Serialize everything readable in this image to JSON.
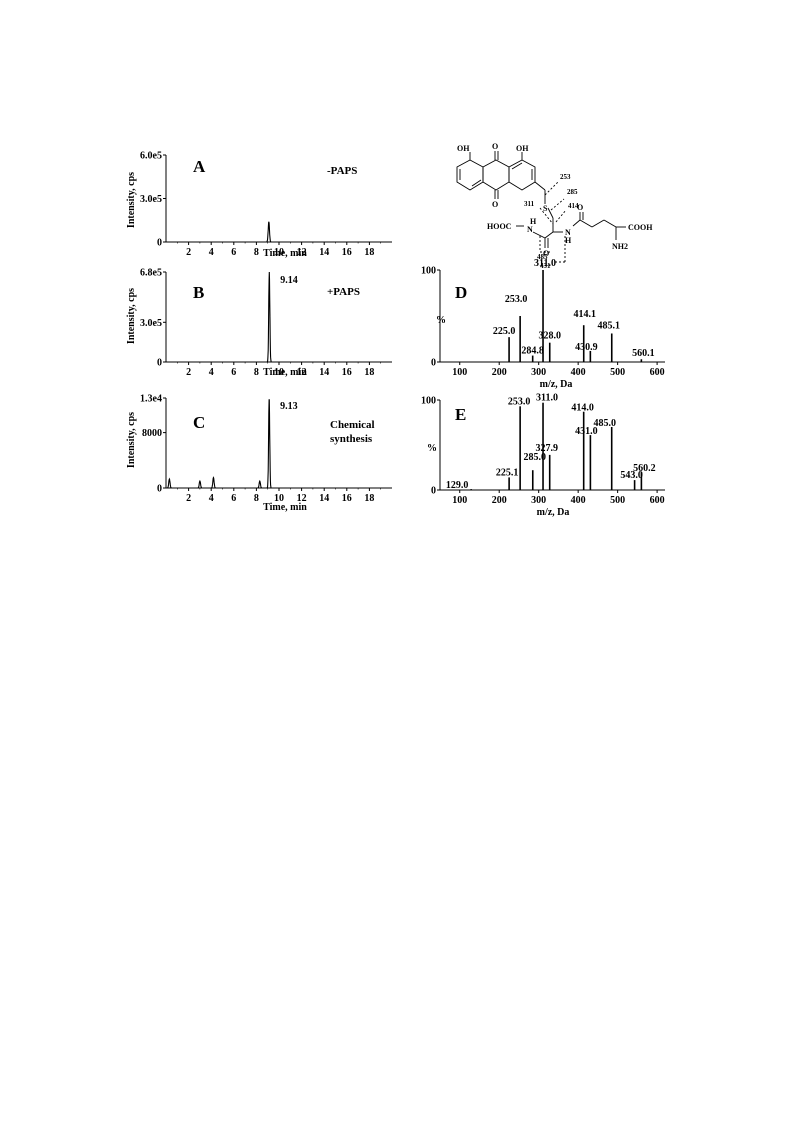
{
  "chart_data": [
    {
      "panel": "A",
      "type": "line",
      "annotation": "-PAPS",
      "xlabel": "Time, min",
      "ylabel": "Intensity, cps",
      "xlim": [
        0,
        20
      ],
      "xticks": [
        "2",
        "4",
        "6",
        "8",
        "10",
        "12",
        "14",
        "16",
        "18"
      ],
      "ylim": [
        0,
        600000
      ],
      "yticks": [
        {
          "value": 0,
          "label": "0"
        },
        {
          "value": 300000,
          "label": "3.0e5"
        },
        {
          "value": 600000,
          "label": "6.0e5"
        }
      ],
      "peaks": [
        {
          "x": 9.1,
          "y": 140000
        }
      ],
      "peak_labels": []
    },
    {
      "panel": "B",
      "type": "line",
      "annotation": "+PAPS",
      "xlabel": "Time, min",
      "ylabel": "Intensity, cps",
      "xlim": [
        0,
        20
      ],
      "xticks": [
        "2",
        "4",
        "6",
        "8",
        "10",
        "12",
        "14",
        "16",
        "18"
      ],
      "ylim": [
        0,
        680000
      ],
      "yticks": [
        {
          "value": 0,
          "label": "0"
        },
        {
          "value": 300000,
          "label": "3.0e5"
        },
        {
          "value": 680000,
          "label": "6.8e5"
        }
      ],
      "peaks": [
        {
          "x": 9.14,
          "y": 680000
        }
      ],
      "peak_labels": [
        {
          "x": 9.14,
          "text": "9.14"
        }
      ]
    },
    {
      "panel": "C",
      "type": "line",
      "annotation": "Chemical synthesis",
      "annotation_lines": [
        "Chemical",
        "synthesis"
      ],
      "xlabel": "Time, min",
      "ylabel": "Intensity, cps",
      "xlim": [
        0,
        20
      ],
      "xticks": [
        "2",
        "4",
        "6",
        "8",
        "10",
        "12",
        "14",
        "16",
        "18"
      ],
      "ylim": [
        0,
        13000
      ],
      "yticks": [
        {
          "value": 0,
          "label": "0"
        },
        {
          "value": 8000,
          "label": "8000"
        },
        {
          "value": 13000,
          "label": "1.3e4"
        }
      ],
      "peaks": [
        {
          "x": 0.3,
          "y": 1300
        },
        {
          "x": 3.0,
          "y": 1000
        },
        {
          "x": 4.2,
          "y": 1500
        },
        {
          "x": 8.3,
          "y": 1000
        },
        {
          "x": 9.13,
          "y": 13000
        }
      ],
      "peak_labels": [
        {
          "x": 9.13,
          "text": "9.13"
        }
      ]
    },
    {
      "panel": "D",
      "type": "bar",
      "xlabel": "m/z, Da",
      "ylabel": "%",
      "xlim": [
        50,
        620
      ],
      "xticks": [
        "100",
        "200",
        "300",
        "400",
        "500",
        "600"
      ],
      "ylim": [
        0,
        100
      ],
      "yticks": [
        {
          "value": 0,
          "label": "0"
        },
        {
          "value": 100,
          "label": "100"
        }
      ],
      "bars": [
        {
          "mz": 225.0,
          "intensity": 27,
          "label": "225.0"
        },
        {
          "mz": 253.0,
          "intensity": 50,
          "label": "253.0"
        },
        {
          "mz": 284.8,
          "intensity": 7,
          "label": "284.8"
        },
        {
          "mz": 311.0,
          "intensity": 100,
          "label": "311.0"
        },
        {
          "mz": 328.0,
          "intensity": 21,
          "label": "328.0"
        },
        {
          "mz": 414.1,
          "intensity": 40,
          "label": "414.1"
        },
        {
          "mz": 430.9,
          "intensity": 12,
          "label": "430.9"
        },
        {
          "mz": 485.1,
          "intensity": 31,
          "label": "485.1"
        },
        {
          "mz": 560.1,
          "intensity": 3,
          "label": "560.1"
        }
      ]
    },
    {
      "panel": "E",
      "type": "bar",
      "xlabel": "m/z, Da",
      "ylabel": "%",
      "xlim": [
        50,
        620
      ],
      "xticks": [
        "100",
        "200",
        "300",
        "400",
        "500",
        "600"
      ],
      "ylim": [
        0,
        100
      ],
      "yticks": [
        {
          "value": 0,
          "label": "0"
        },
        {
          "value": 100,
          "label": "100"
        }
      ],
      "bars": [
        {
          "mz": 129.0,
          "intensity": 1,
          "label": "129.0"
        },
        {
          "mz": 225.1,
          "intensity": 14,
          "label": "225.1"
        },
        {
          "mz": 253.0,
          "intensity": 93,
          "label": "253.0"
        },
        {
          "mz": 285.0,
          "intensity": 22,
          "label": "285.0"
        },
        {
          "mz": 311.0,
          "intensity": 97,
          "label": "311.0"
        },
        {
          "mz": 327.9,
          "intensity": 39,
          "label": "327.9"
        },
        {
          "mz": 414.0,
          "intensity": 87,
          "label": "414.0"
        },
        {
          "mz": 431.0,
          "intensity": 61,
          "label": "431.0"
        },
        {
          "mz": 485.0,
          "intensity": 70,
          "label": "485.0"
        },
        {
          "mz": 543.0,
          "intensity": 11,
          "label": "543.0"
        },
        {
          "mz": 560.2,
          "intensity": 20,
          "label": "560.2"
        }
      ]
    }
  ],
  "structure": {
    "atom_labels": [
      "OH",
      "O",
      "OH",
      "O",
      "S",
      "HOOC",
      "H",
      "N",
      "O",
      "H",
      "N",
      "O",
      "COOH",
      "NH2"
    ],
    "fragment_labels": [
      "253",
      "285",
      "311",
      "414",
      "485",
      "431"
    ]
  }
}
